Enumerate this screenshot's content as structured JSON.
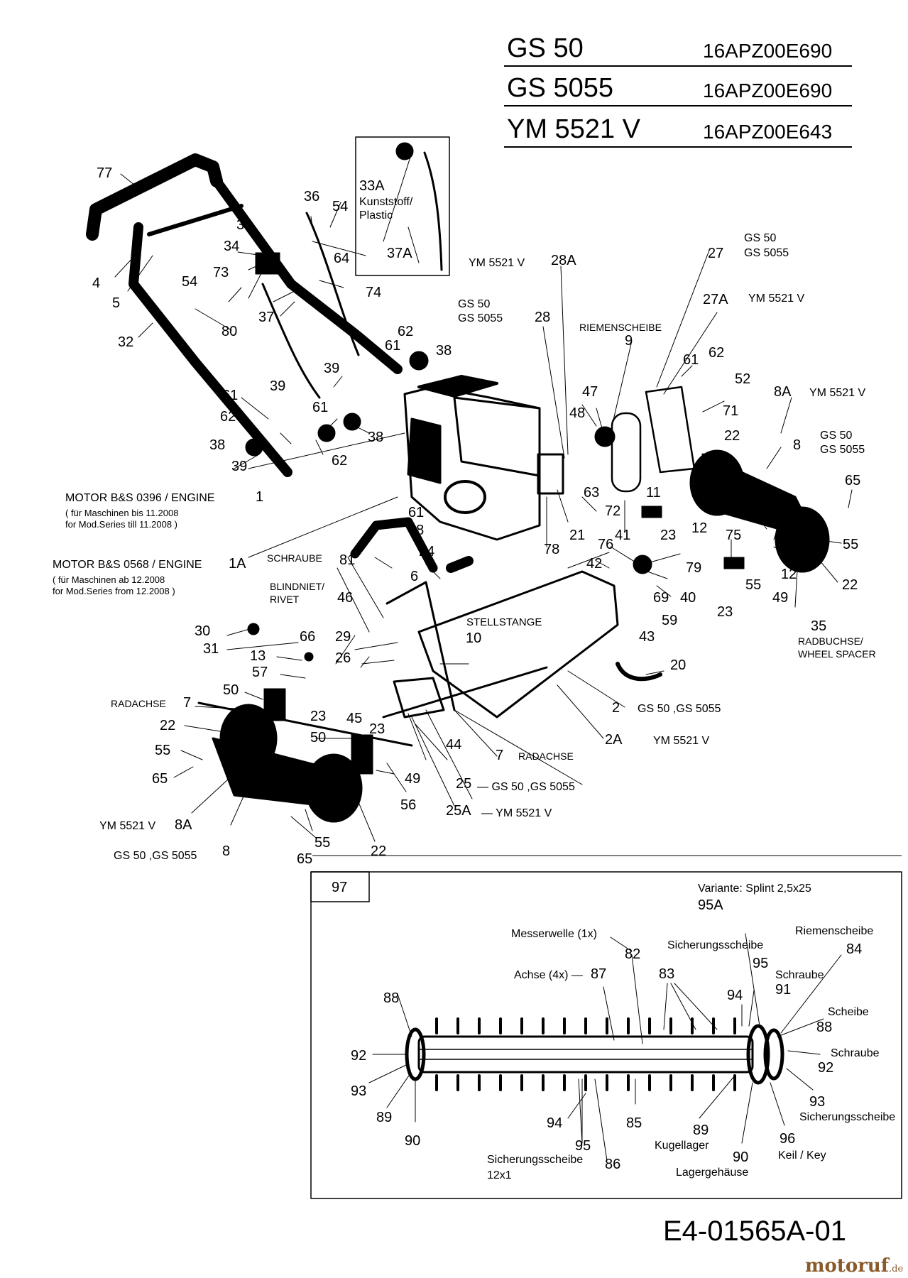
{
  "models": [
    {
      "name": "GS 50",
      "code": "16APZ00E690"
    },
    {
      "name": "GS 5055",
      "code": "16APZ00E690"
    },
    {
      "name": "YM 5521 V",
      "code": "16APZ00E643"
    }
  ],
  "document_code": "E4-01565A-01",
  "watermark": {
    "main": "motoruf",
    "suffix": ".de"
  },
  "labels": [
    {
      "id": "l77",
      "text": "77"
    },
    {
      "id": "l36",
      "text": "36"
    },
    {
      "id": "l54a",
      "text": "54"
    },
    {
      "id": "l33A",
      "text": "33A"
    },
    {
      "id": "lKunst",
      "text": "Kunststoff/"
    },
    {
      "id": "lPlastic",
      "text": "Plastic"
    },
    {
      "id": "l37A",
      "text": "37A"
    },
    {
      "id": "l33",
      "text": "33"
    },
    {
      "id": "l34",
      "text": "34"
    },
    {
      "id": "l64",
      "text": "64"
    },
    {
      "id": "l73",
      "text": "73"
    },
    {
      "id": "l74",
      "text": "74"
    },
    {
      "id": "l4",
      "text": "4"
    },
    {
      "id": "l5",
      "text": "5"
    },
    {
      "id": "l54b",
      "text": "54"
    },
    {
      "id": "l37",
      "text": "37"
    },
    {
      "id": "l80",
      "text": "80"
    },
    {
      "id": "l32",
      "text": "32"
    },
    {
      "id": "l61a",
      "text": "61"
    },
    {
      "id": "l62a",
      "text": "62"
    },
    {
      "id": "l38a",
      "text": "38"
    },
    {
      "id": "l39a",
      "text": "39"
    },
    {
      "id": "l39b",
      "text": "39"
    },
    {
      "id": "l61b",
      "text": "61"
    },
    {
      "id": "l62b",
      "text": "62"
    },
    {
      "id": "l61c",
      "text": "61"
    },
    {
      "id": "l38b",
      "text": "38"
    },
    {
      "id": "l38c",
      "text": "38"
    },
    {
      "id": "l62c",
      "text": "62"
    },
    {
      "id": "l39c",
      "text": "39"
    },
    {
      "id": "lym28A",
      "text": "YM 5521 V"
    },
    {
      "id": "l28A",
      "text": "28A"
    },
    {
      "id": "lgs28a",
      "text": "GS 50"
    },
    {
      "id": "lgs28b",
      "text": "GS 5055"
    },
    {
      "id": "l28",
      "text": "28"
    },
    {
      "id": "lgs27a",
      "text": "GS 50"
    },
    {
      "id": "lgs27b",
      "text": "GS 5055"
    },
    {
      "id": "l27",
      "text": "27"
    },
    {
      "id": "l27A",
      "text": "27A"
    },
    {
      "id": "lym27A",
      "text": "YM 5521 V"
    },
    {
      "id": "lRiemen",
      "text": "RIEMENSCHEIBE"
    },
    {
      "id": "l9",
      "text": "9"
    },
    {
      "id": "l61d",
      "text": "61"
    },
    {
      "id": "l62d",
      "text": "62"
    },
    {
      "id": "l52",
      "text": "52"
    },
    {
      "id": "l8A",
      "text": "8A"
    },
    {
      "id": "lym8A",
      "text": "YM 5521 V"
    },
    {
      "id": "l47",
      "text": "47"
    },
    {
      "id": "l48",
      "text": "48"
    },
    {
      "id": "l71",
      "text": "71"
    },
    {
      "id": "l22a",
      "text": "22"
    },
    {
      "id": "lgs8a",
      "text": "GS 50"
    },
    {
      "id": "lgs8b",
      "text": "GS 5055"
    },
    {
      "id": "l8",
      "text": "8"
    },
    {
      "id": "l63",
      "text": "63"
    },
    {
      "id": "l11",
      "text": "11"
    },
    {
      "id": "l65a",
      "text": "65"
    },
    {
      "id": "lMotor1",
      "text": "MOTOR B&S 0396 / ENGINE"
    },
    {
      "id": "l1",
      "text": "1"
    },
    {
      "id": "lMotor1s1",
      "text": "( für Maschinen bis 11.2008"
    },
    {
      "id": "lMotor1s2",
      "text": "for Mod.Series till 11.2008 )"
    },
    {
      "id": "l72",
      "text": "72"
    },
    {
      "id": "l23a",
      "text": "23"
    },
    {
      "id": "l12a",
      "text": "12"
    },
    {
      "id": "l61e",
      "text": "61"
    },
    {
      "id": "l68",
      "text": "68"
    },
    {
      "id": "l21",
      "text": "21"
    },
    {
      "id": "l78",
      "text": "78"
    },
    {
      "id": "l75",
      "text": "75"
    },
    {
      "id": "l55a",
      "text": "55"
    },
    {
      "id": "lMotor2",
      "text": "MOTOR B&S 0568 / ENGINE"
    },
    {
      "id": "l1A",
      "text": "1A"
    },
    {
      "id": "lMotor2s1",
      "text": "( für Maschinen ab 12.2008"
    },
    {
      "id": "lMotor2s2",
      "text": "for Mod.Series from 12.2008 )"
    },
    {
      "id": "lSchraube",
      "text": "SCHRAUBE"
    },
    {
      "id": "l81",
      "text": "81"
    },
    {
      "id": "l24",
      "text": "24"
    },
    {
      "id": "l76",
      "text": "76"
    },
    {
      "id": "l41",
      "text": "41"
    },
    {
      "id": "l42",
      "text": "42"
    },
    {
      "id": "l79",
      "text": "79"
    },
    {
      "id": "l12b",
      "text": "12"
    },
    {
      "id": "l22b",
      "text": "22"
    },
    {
      "id": "lBlind",
      "text": "BLINDNIET/"
    },
    {
      "id": "lRivet",
      "text": "RIVET"
    },
    {
      "id": "l46",
      "text": "46"
    },
    {
      "id": "l6",
      "text": "6"
    },
    {
      "id": "l69",
      "text": "69"
    },
    {
      "id": "l40",
      "text": "40"
    },
    {
      "id": "l23b",
      "text": "23"
    },
    {
      "id": "l55b",
      "text": "55"
    },
    {
      "id": "l49a",
      "text": "49"
    },
    {
      "id": "l59",
      "text": "59"
    },
    {
      "id": "l43",
      "text": "43"
    },
    {
      "id": "l35",
      "text": "35"
    },
    {
      "id": "lRadb",
      "text": "RADBUCHSE/"
    },
    {
      "id": "lWheelsp",
      "text": "WHEEL SPACER"
    },
    {
      "id": "lStell",
      "text": "STELLSTANGE"
    },
    {
      "id": "l10",
      "text": "10"
    },
    {
      "id": "l30",
      "text": "30"
    },
    {
      "id": "l31",
      "text": "31"
    },
    {
      "id": "l66",
      "text": "66"
    },
    {
      "id": "l29",
      "text": "29"
    },
    {
      "id": "l13",
      "text": "13"
    },
    {
      "id": "l26",
      "text": "26"
    },
    {
      "id": "l57",
      "text": "57"
    },
    {
      "id": "l20",
      "text": "20"
    },
    {
      "id": "l50a",
      "text": "50"
    },
    {
      "id": "lRadachse1",
      "text": "RADACHSE"
    },
    {
      "id": "l7a",
      "text": "7"
    },
    {
      "id": "l2",
      "text": "2"
    },
    {
      "id": "lgs2",
      "text": "GS 50 ,GS 5055"
    },
    {
      "id": "l22c",
      "text": "22"
    },
    {
      "id": "l23c",
      "text": "23"
    },
    {
      "id": "l45",
      "text": "45"
    },
    {
      "id": "l23d",
      "text": "23"
    },
    {
      "id": "l2A",
      "text": "2A"
    },
    {
      "id": "lym2A",
      "text": "YM 5521 V"
    },
    {
      "id": "l55c",
      "text": "55"
    },
    {
      "id": "l50b",
      "text": "50"
    },
    {
      "id": "l44",
      "text": "44"
    },
    {
      "id": "l7b",
      "text": "7"
    },
    {
      "id": "lRadachse2",
      "text": "RADACHSE"
    },
    {
      "id": "l65b",
      "text": "65"
    },
    {
      "id": "l49b",
      "text": "49"
    },
    {
      "id": "l25",
      "text": "25"
    },
    {
      "id": "lgs25",
      "text": "— GS 50 ,GS 5055"
    },
    {
      "id": "l56",
      "text": "56"
    },
    {
      "id": "l25A",
      "text": "25A"
    },
    {
      "id": "lym25A",
      "text": "— YM 5521 V"
    },
    {
      "id": "lym8Ab",
      "text": "YM 5521 V"
    },
    {
      "id": "l8Ab",
      "text": "8A"
    },
    {
      "id": "l55d",
      "text": "55"
    },
    {
      "id": "lgs8c",
      "text": "GS 50 ,GS 5055"
    },
    {
      "id": "l8b",
      "text": "8"
    },
    {
      "id": "l65c",
      "text": "65"
    },
    {
      "id": "l22d",
      "text": "22"
    },
    {
      "id": "l97",
      "text": "97"
    },
    {
      "id": "lVariante",
      "text": "Variante: Splint 2,5x25"
    },
    {
      "id": "l95A",
      "text": "95A"
    },
    {
      "id": "lMesser",
      "text": "Messerwelle (1x)"
    },
    {
      "id": "l82",
      "text": "82"
    },
    {
      "id": "lRiemen2",
      "text": "Riemenscheibe"
    },
    {
      "id": "l84",
      "text": "84"
    },
    {
      "id": "lSich1",
      "text": "Sicherungsscheibe"
    },
    {
      "id": "l95a",
      "text": "95"
    },
    {
      "id": "lAchse",
      "text": "Achse (4x) —"
    },
    {
      "id": "l87",
      "text": "87"
    },
    {
      "id": "l83",
      "text": "83"
    },
    {
      "id": "lSchr1",
      "text": "Schraube"
    },
    {
      "id": "l91",
      "text": "91"
    },
    {
      "id": "l94a",
      "text": "94"
    },
    {
      "id": "l88a",
      "text": "88"
    },
    {
      "id": "lScheibe",
      "text": "Scheibe"
    },
    {
      "id": "l88b",
      "text": "88"
    },
    {
      "id": "lSchr2",
      "text": "Schraube"
    },
    {
      "id": "l92a",
      "text": "92"
    },
    {
      "id": "l92b",
      "text": "92"
    },
    {
      "id": "l93a",
      "text": "93"
    },
    {
      "id": "l93b",
      "text": "93"
    },
    {
      "id": "lSich2",
      "text": "Sicherungsscheibe"
    },
    {
      "id": "l89a",
      "text": "89"
    },
    {
      "id": "l94b",
      "text": "94"
    },
    {
      "id": "l85",
      "text": "85"
    },
    {
      "id": "l89b",
      "text": "89"
    },
    {
      "id": "lKugel",
      "text": "Kugellager"
    },
    {
      "id": "l96",
      "text": "96"
    },
    {
      "id": "lKeil",
      "text": "Keil / Key"
    },
    {
      "id": "l90a",
      "text": "90"
    },
    {
      "id": "l95b",
      "text": "95"
    },
    {
      "id": "lSich3",
      "text": "Sicherungsscheibe"
    },
    {
      "id": "l12x1",
      "text": "12x1"
    },
    {
      "id": "l86",
      "text": "86"
    },
    {
      "id": "l90b",
      "text": "90"
    },
    {
      "id": "lLager",
      "text": "Lagergehäuse"
    }
  ]
}
